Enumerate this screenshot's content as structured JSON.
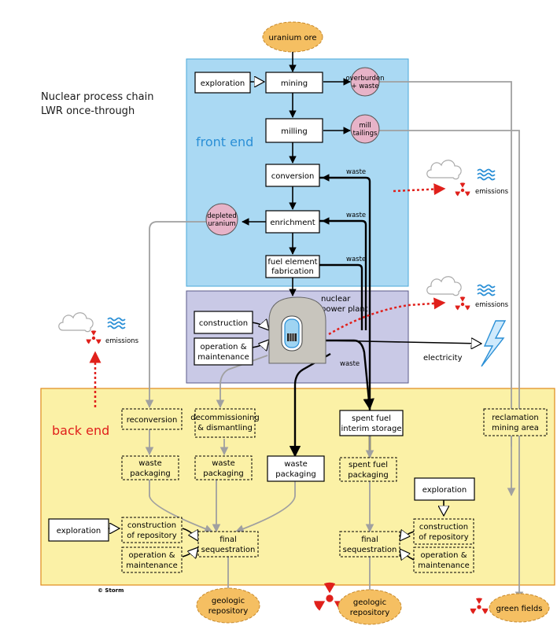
{
  "title": {
    "line1": "Nuclear process chain",
    "line2": "LWR once-through"
  },
  "sections": {
    "front": "front end",
    "back": "back end"
  },
  "start": "uranium ore",
  "front_steps": {
    "exploration": "exploration",
    "mining": "mining",
    "milling": "milling",
    "conversion": "conversion",
    "enrichment": "enrichment",
    "fuel_fab_1": "fuel element",
    "fuel_fab_2": "fabrication"
  },
  "waste_nodes": {
    "overburden_1": "overburden",
    "overburden_2": "+ waste",
    "tailings_1": "mill",
    "tailings_2": "tailings",
    "depleted_1": "depleted",
    "depleted_2": "uranium"
  },
  "waste_label": "waste",
  "plant": {
    "title_1": "nuclear",
    "title_2": "power plant",
    "construction": "construction",
    "operation_1": "operation &",
    "operation_2": "maintenance",
    "electricity": "electricity"
  },
  "emissions_label": "emissions",
  "back_steps": {
    "reconversion": "reconversion",
    "decom_1": "decommissioning",
    "decom_2": "& dismantling",
    "spent_1": "spent fuel",
    "spent_2": "interim storage",
    "reclam_1": "reclamation",
    "reclam_2": "mining area",
    "wp_1": "waste",
    "wp_2": "packaging",
    "spent_pack_1": "spent fuel",
    "spent_pack_2": "packaging",
    "exploration": "exploration",
    "constr_repo_1": "construction",
    "constr_repo_2": "of repository",
    "op_maint_1": "operation &",
    "op_maint_2": "maintenance",
    "final_1": "final",
    "final_2": "sequestration"
  },
  "end_nodes": {
    "geo_1": "geologic",
    "geo_2": "repository",
    "green": "green fields"
  },
  "copyright": "© Storm",
  "colors": {
    "front_panel": "#aad9f3",
    "plant_panel": "#c9c9e6",
    "back_panel": "#fbf1a6",
    "ore": "#f5bf62",
    "waste_circle": "#e7b3c8",
    "front_label": "#2a8fd6",
    "back_label": "#e0201b",
    "radiation": "#e0201b",
    "water": "#2a8fd6"
  }
}
